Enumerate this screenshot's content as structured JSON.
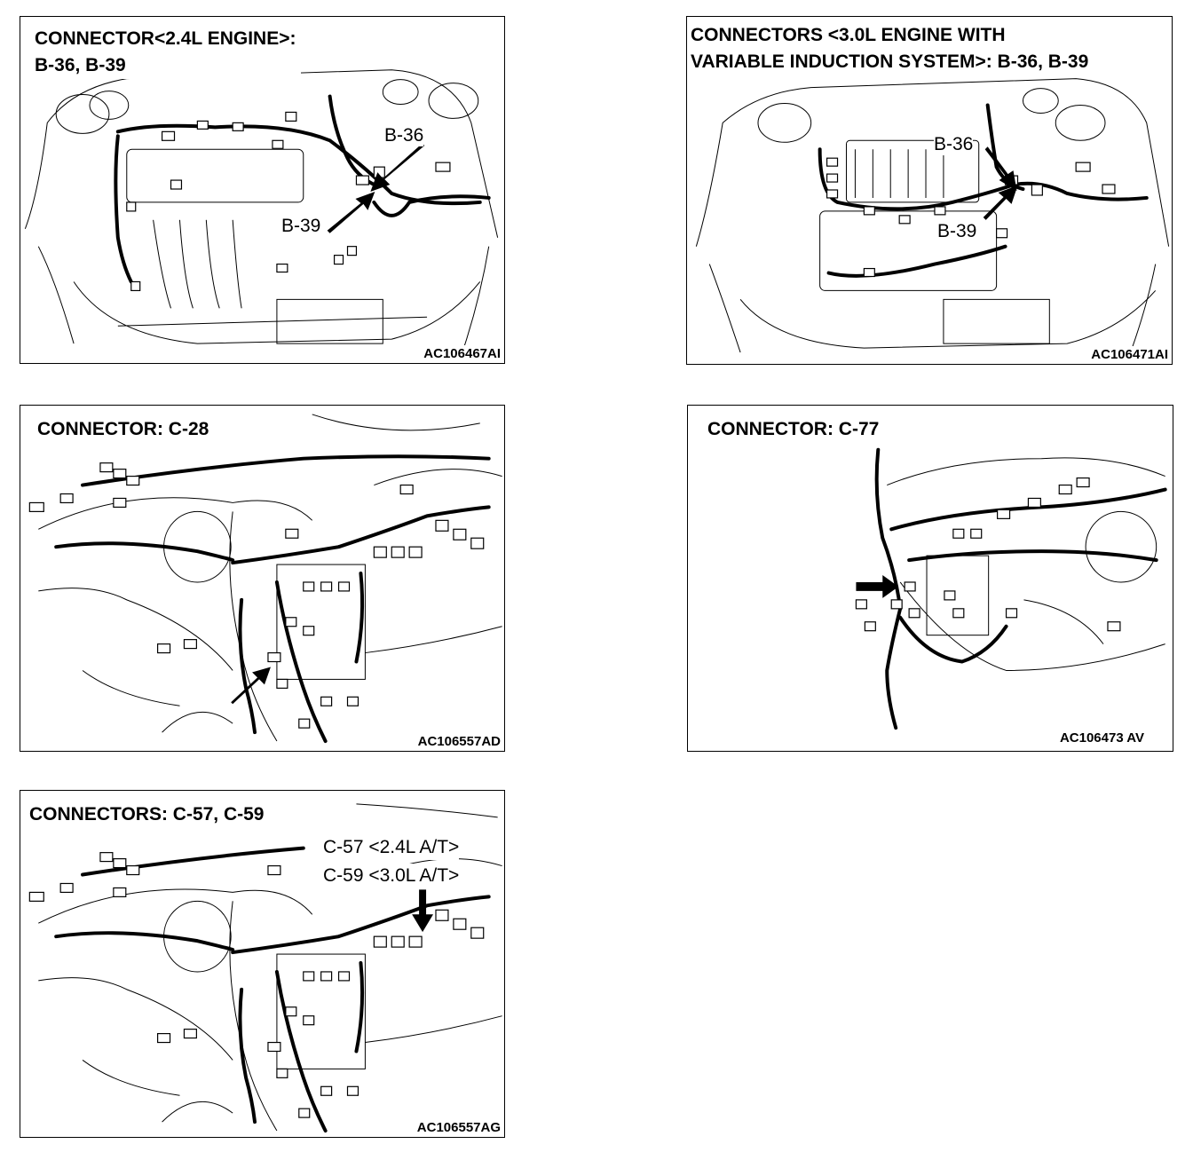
{
  "panels": [
    {
      "title": "CONNECTOR<2.4L ENGINE>:\nB-36, B-39",
      "code": "AC106467AI",
      "callouts": [
        "B-36",
        "B-39"
      ]
    },
    {
      "title": "CONNECTORS <3.0L ENGINE WITH\nVARIABLE INDUCTION SYSTEM>: B-36, B-39",
      "code": "AC106471AI",
      "callouts": [
        "B-36",
        "B-39"
      ]
    },
    {
      "title": "CONNECTOR: C-28",
      "code": "AC106557AD"
    },
    {
      "title": "CONNECTOR: C-77",
      "code": "AC106473 AV"
    },
    {
      "title": "CONNECTORS: C-57, C-59",
      "code": "AC106557AG",
      "sublabels": [
        "C-57 <2.4L A/T>",
        "C-59 <3.0L A/T>"
      ]
    }
  ]
}
